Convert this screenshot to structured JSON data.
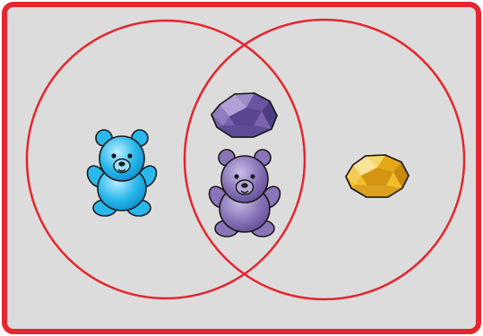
{
  "colors": {
    "frame_border": "#e4262e",
    "frame_fill": "#dcdcdc",
    "circle_stroke": "#e4262e",
    "outline": "#1a1a1a",
    "blue_bear": "#29b8ec",
    "purple_bear": "#8a74b8",
    "purple_gem": "#7a62ae",
    "yellow_gem": "#f1bd2a"
  },
  "venn": {
    "sets": [
      "left",
      "right"
    ],
    "regions": {
      "left_only": [
        "blue-bear"
      ],
      "intersection": [
        "purple-gem",
        "purple-bear"
      ],
      "right_only": [
        "yellow-gem"
      ]
    }
  },
  "items": [
    {
      "id": "blue-bear",
      "shape": "bear",
      "color": "blue"
    },
    {
      "id": "purple-gem",
      "shape": "gem",
      "color": "purple"
    },
    {
      "id": "purple-bear",
      "shape": "bear",
      "color": "purple"
    },
    {
      "id": "yellow-gem",
      "shape": "gem",
      "color": "yellow"
    }
  ]
}
